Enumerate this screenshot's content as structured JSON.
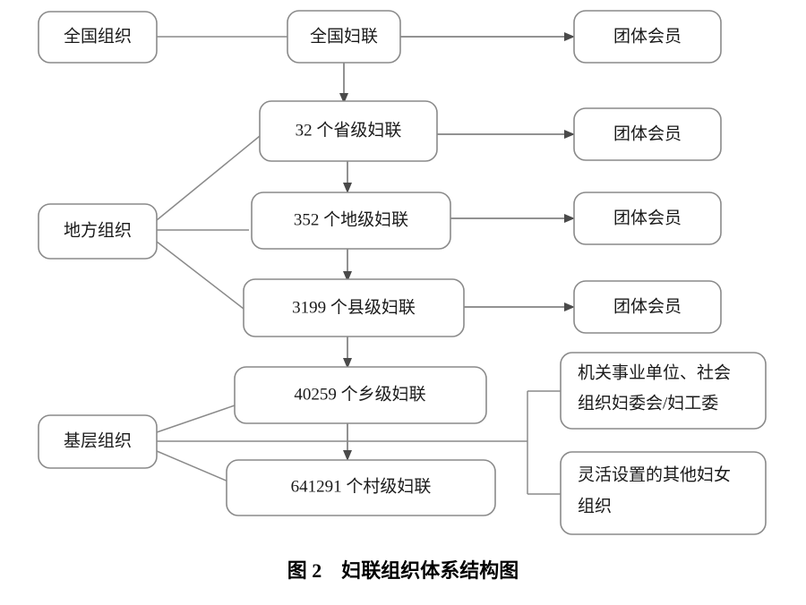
{
  "figure": {
    "caption_number": "图 2",
    "caption_title": "妇联组织体系结构图",
    "caption_full": "图 2　妇联组织体系结构图"
  },
  "colors": {
    "box_stroke": "#8a8a8a",
    "box_fill": "#ffffff",
    "line": "#8a8a8a",
    "arrow_head": "#4a4a4a",
    "text": "#1a1a1a",
    "background": "#ffffff"
  },
  "levels": {
    "national": "全国组织",
    "local": "地方组织",
    "grassroots": "基层组织"
  },
  "nodes": {
    "national_org": "全国组织",
    "national_federation": "全国妇联",
    "provincial": "32 个省级妇联",
    "prefecture": "352 个地级妇联",
    "county": "3199 个县级妇联",
    "township": "40259 个乡级妇联",
    "village": "641291 个村级妇联",
    "local_org": "地方组织",
    "grassroots_org": "基层组织",
    "group_member_1": "团体会员",
    "group_member_2": "团体会员",
    "group_member_3": "团体会员",
    "group_member_4": "团体会员",
    "institution_line1": "机关事业单位、社会",
    "institution_line2": "组织妇委会/妇工委",
    "flexible_line1": "灵活设置的其他妇女",
    "flexible_line2": "组织"
  },
  "chart_data": {
    "type": "diagram",
    "title": "妇联组织体系结构图",
    "hierarchy": [
      {
        "level": "全国组织",
        "unit": "全国妇联",
        "count": null,
        "affiliates": [
          "团体会员"
        ]
      },
      {
        "level": "地方组织",
        "unit": "省级妇联",
        "count": 32,
        "affiliates": [
          "团体会员"
        ]
      },
      {
        "level": "地方组织",
        "unit": "地级妇联",
        "count": 352,
        "affiliates": [
          "团体会员"
        ]
      },
      {
        "level": "地方组织",
        "unit": "县级妇联",
        "count": 3199,
        "affiliates": [
          "团体会员"
        ]
      },
      {
        "level": "基层组织",
        "unit": "乡级妇联",
        "count": 40259,
        "affiliates": [
          "机关事业单位、社会组织妇委会/妇工委",
          "灵活设置的其他妇女组织"
        ]
      },
      {
        "level": "基层组织",
        "unit": "村级妇联",
        "count": 641291,
        "affiliates": [
          "机关事业单位、社会组织妇委会/妇工委",
          "灵活设置的其他妇女组织"
        ]
      }
    ]
  }
}
